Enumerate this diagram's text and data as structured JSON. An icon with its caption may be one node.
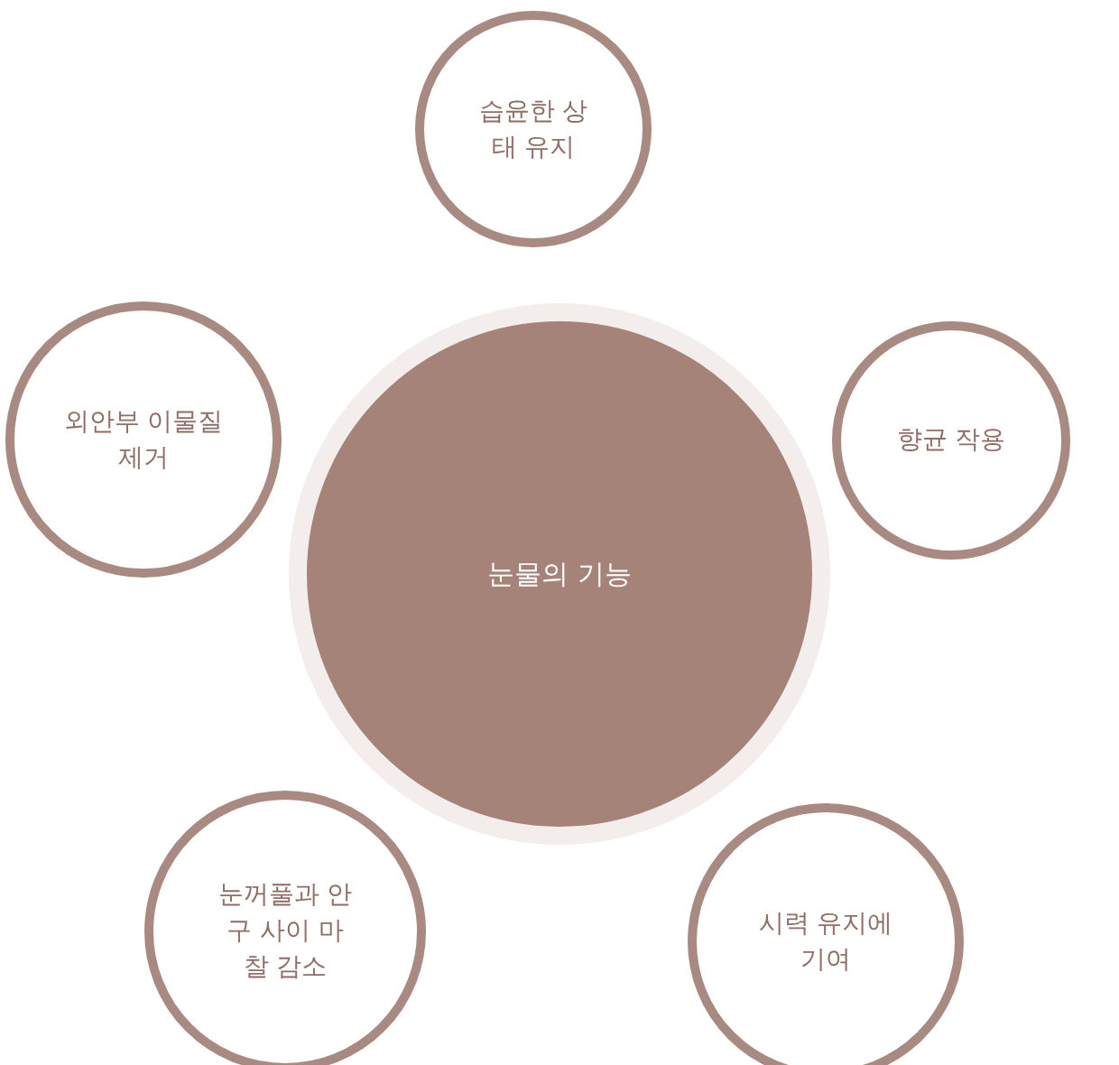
{
  "diagram": {
    "nodes": [
      {
        "text": [
          "눈물의 기능"
        ]
      },
      {
        "text": [
          "습윤한 상태 유지"
        ]
      },
      {
        "text": [
          "외안부 이물질 제거"
        ]
      },
      {
        "text": [
          "향균 작용"
        ]
      },
      {
        "text": [
          "눈꺼풀과 안구 사이 마찰 감소"
        ]
      },
      {
        "text": [
          "시력 유지에 기여"
        ]
      }
    ]
  }
}
